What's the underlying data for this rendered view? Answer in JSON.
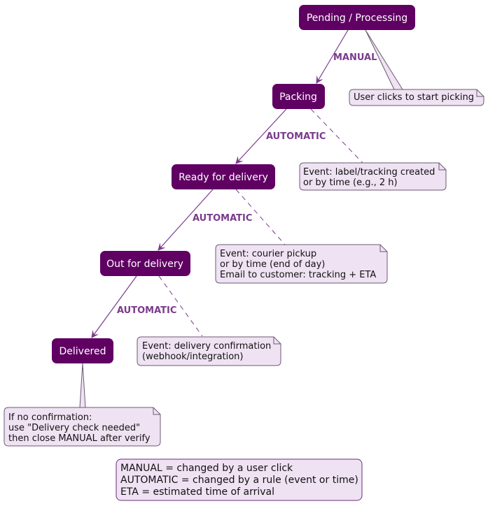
{
  "colors": {
    "state_fill": "#5f0062",
    "state_text": "#ffffff",
    "edge": "#7a3b8c",
    "note_fill": "#efe3f3",
    "note_border": "#6b5a70",
    "legend_border": "#6b2a7a"
  },
  "states": [
    {
      "id": "pending",
      "label": "Pending / Processing"
    },
    {
      "id": "packing",
      "label": "Packing"
    },
    {
      "id": "ready",
      "label": "Ready for delivery"
    },
    {
      "id": "out",
      "label": "Out for delivery"
    },
    {
      "id": "delivered",
      "label": "Delivered"
    }
  ],
  "transitions": [
    {
      "from": "pending",
      "to": "packing",
      "label": "MANUAL"
    },
    {
      "from": "packing",
      "to": "ready",
      "label": "AUTOMATIC"
    },
    {
      "from": "ready",
      "to": "out",
      "label": "AUTOMATIC"
    },
    {
      "from": "out",
      "to": "delivered",
      "label": "AUTOMATIC"
    }
  ],
  "notes": [
    {
      "attached_to": "pending",
      "lines": [
        "User clicks to start picking"
      ]
    },
    {
      "attached_to": "packing",
      "lines": [
        "Event: label/tracking created",
        "or by time (e.g., 2 h)"
      ]
    },
    {
      "attached_to": "ready",
      "lines": [
        "Event: courier pickup",
        "or by time (end of day)",
        "Email to customer: tracking + ETA"
      ]
    },
    {
      "attached_to": "out",
      "lines": [
        "Event: delivery confirmation",
        "(webhook/integration)"
      ]
    },
    {
      "attached_to": "delivered",
      "lines": [
        "If no confirmation:",
        "use \"Delivery check needed\"",
        "then close MANUAL after verify"
      ]
    }
  ],
  "legend": {
    "lines": [
      "MANUAL = changed by a user click",
      "AUTOMATIC = changed by a rule (event or time)",
      "ETA = estimated time of arrival"
    ]
  }
}
